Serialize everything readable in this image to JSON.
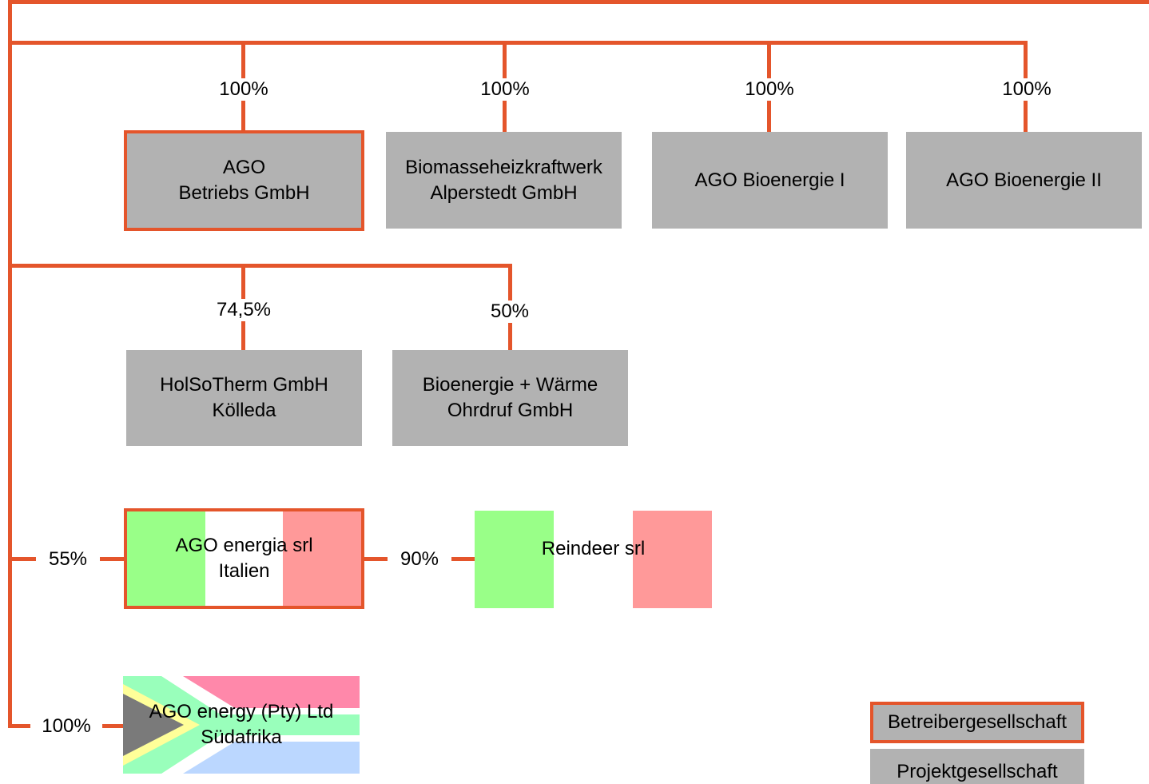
{
  "diagram": {
    "row1": [
      {
        "pct": "100%",
        "lines": [
          "AGO",
          "Betriebs GmbH"
        ]
      },
      {
        "pct": "100%",
        "lines": [
          "Biomasseheizkraftwerk",
          "Alperstedt GmbH"
        ]
      },
      {
        "pct": "100%",
        "lines": [
          "AGO Bioenergie I"
        ]
      },
      {
        "pct": "100%",
        "lines": [
          "AGO Bioenergie II"
        ]
      }
    ],
    "row2": [
      {
        "pct": "74,5%",
        "lines": [
          "HolSoTherm GmbH",
          "Kölleda"
        ]
      },
      {
        "pct": "50%",
        "lines": [
          "Bioenergie + Wärme",
          "Ohrdruf GmbH"
        ]
      }
    ],
    "italy": {
      "pct": "55%",
      "lines": [
        "AGO energia srl",
        "Italien"
      ]
    },
    "reindeer": {
      "pct": "90%",
      "lines": [
        "Reindeer srl"
      ]
    },
    "southafrica": {
      "pct": "100%",
      "lines": [
        "AGO energy (Pty) Ltd",
        "Südafrika"
      ]
    }
  },
  "legend": {
    "operator": "Betreibergesellschaft",
    "project": "Projektgesellschaft"
  },
  "colors": {
    "connector": "#e4552b",
    "box_fill": "#b2b2b2",
    "italy_green": "#99ff88",
    "italy_red": "#ff9999"
  }
}
